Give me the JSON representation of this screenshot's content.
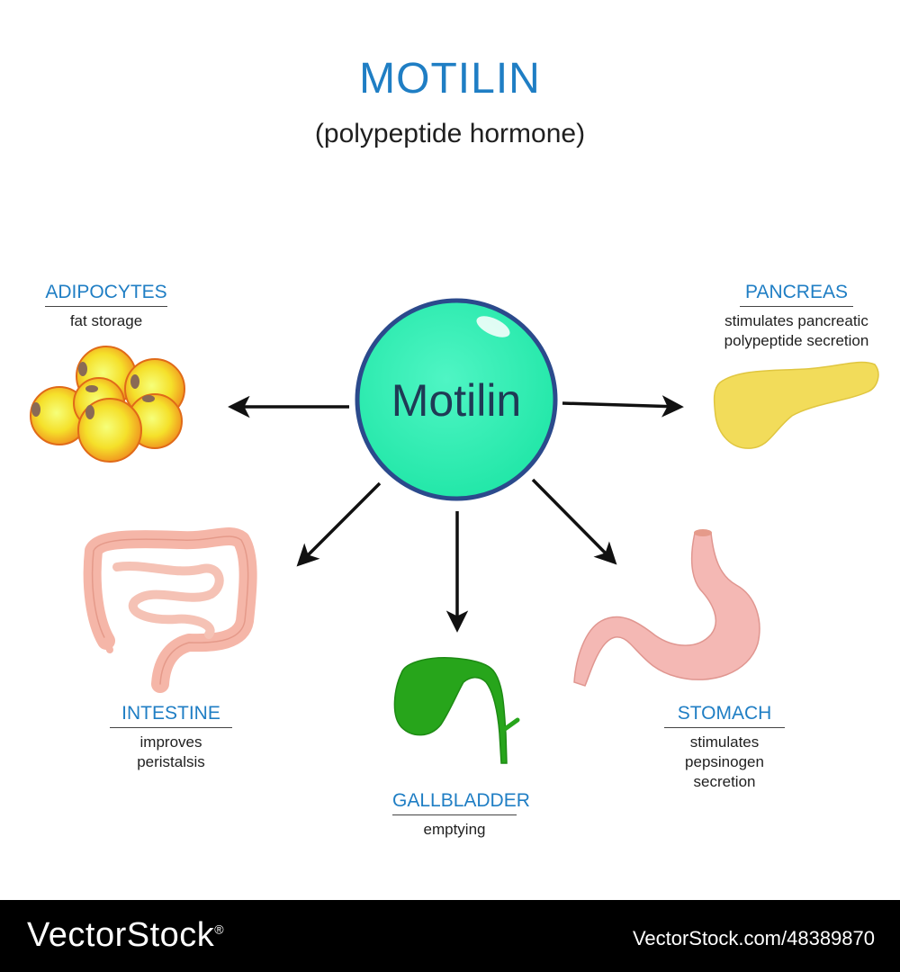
{
  "title": "MOTILIN",
  "subtitle": "(polypeptide hormone)",
  "center": {
    "label": "Motilin"
  },
  "targets": {
    "adipocytes": {
      "name": "ADIPOCYTES",
      "effect": "fat storage"
    },
    "pancreas": {
      "name": "PANCREAS",
      "effect_line1": "stimulates pancreatic",
      "effect_line2": "polypeptide secretion"
    },
    "intestine": {
      "name": "INTESTINE",
      "effect_line1": "improves",
      "effect_line2": "peristalsis"
    },
    "gallbladder": {
      "name": "GALLBLADDER",
      "effect": "emptying"
    },
    "stomach": {
      "name": "STOMACH",
      "effect_line1": "stimulates",
      "effect_line2": "pepsinogen",
      "effect_line3": "secretion"
    }
  },
  "footer": {
    "brand": "VectorStock",
    "registered": "®",
    "stock_id": "VectorStock.com/48389870"
  },
  "colors": {
    "title": "#1f7ec4",
    "center_fill": "#2ef0b0",
    "center_border": "#2b4a8c",
    "gallbladder": "#27a51b",
    "pancreas": "#f2dc5a",
    "stomach": "#f4b8b4"
  }
}
